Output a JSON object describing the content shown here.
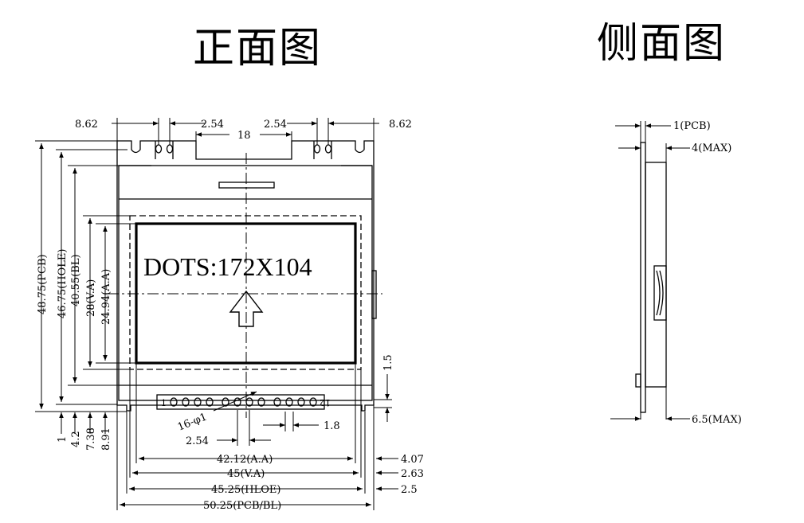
{
  "titles": {
    "front": "正面图",
    "side": "侧面图"
  },
  "display_text": "DOTS:172X104",
  "pin_labels": {
    "first": "1",
    "last": "12"
  },
  "dims": {
    "top_left": "8.62",
    "top_right": "8.62",
    "pin_pitch_left": "2.54",
    "pin_pitch_right": "2.54",
    "center": "18",
    "pcb_h": "48.75(PCB)",
    "hole_h": "46.75(HOLE)",
    "bl_h": "40.55(BL)",
    "va_h": "28(V.A)",
    "aa_h": "24.94(A.A)",
    "d1": "1",
    "d42": "4.2",
    "d738": "7.38",
    "d891": "8.91",
    "d15": "1.5",
    "holes": "16-φ1",
    "pitch_bottom": "2.54",
    "pin_w": "1.8",
    "aa_w": "42.12(A.A)",
    "va_w": "45(V.A)",
    "hole_w": "45.25(HLOE)",
    "pcb_w": "50.25(PCB/BL)",
    "r407": "4.07",
    "r263": "2.63",
    "r25": "2.5",
    "side_pcb": "1(PCB)",
    "side_max4": "4(MAX)",
    "side_max65": "6.5(MAX)"
  }
}
